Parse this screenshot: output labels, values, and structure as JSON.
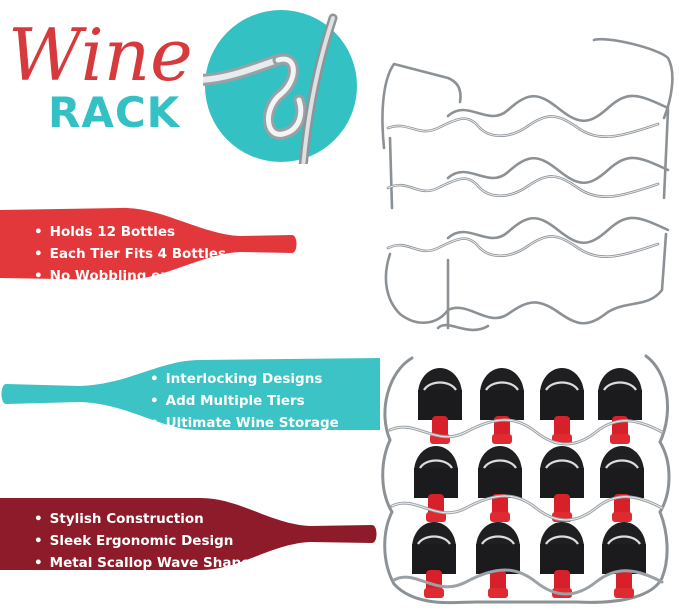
{
  "title": {
    "word_script": "Wine",
    "word_block": "RACK",
    "script_color": "#d63a3c",
    "block_color": "#33c1c4"
  },
  "hook_image": {
    "icon": "hook-closeup-icon",
    "background": "#33c1c4"
  },
  "panels": [
    {
      "color": "#e3383b",
      "bullets": [
        "Holds 12 Bottles",
        "Each Tier Fits 4 Bottles",
        "No Wobbling or Tilting"
      ]
    },
    {
      "color": "#3bc3c5",
      "bullets": [
        "Interlocking Designs",
        "Add Multiple Tiers",
        "Ultimate Wine Storage"
      ]
    },
    {
      "color": "#8e1b2a",
      "bullets": [
        "Stylish Construction",
        "Sleek Ergonomic Design",
        "Metal Scallop Wave Shape"
      ]
    }
  ],
  "images": {
    "empty_rack": "stacked-wire-rack-icon",
    "filled_rack": "rack-with-wine-bottles-icon"
  }
}
